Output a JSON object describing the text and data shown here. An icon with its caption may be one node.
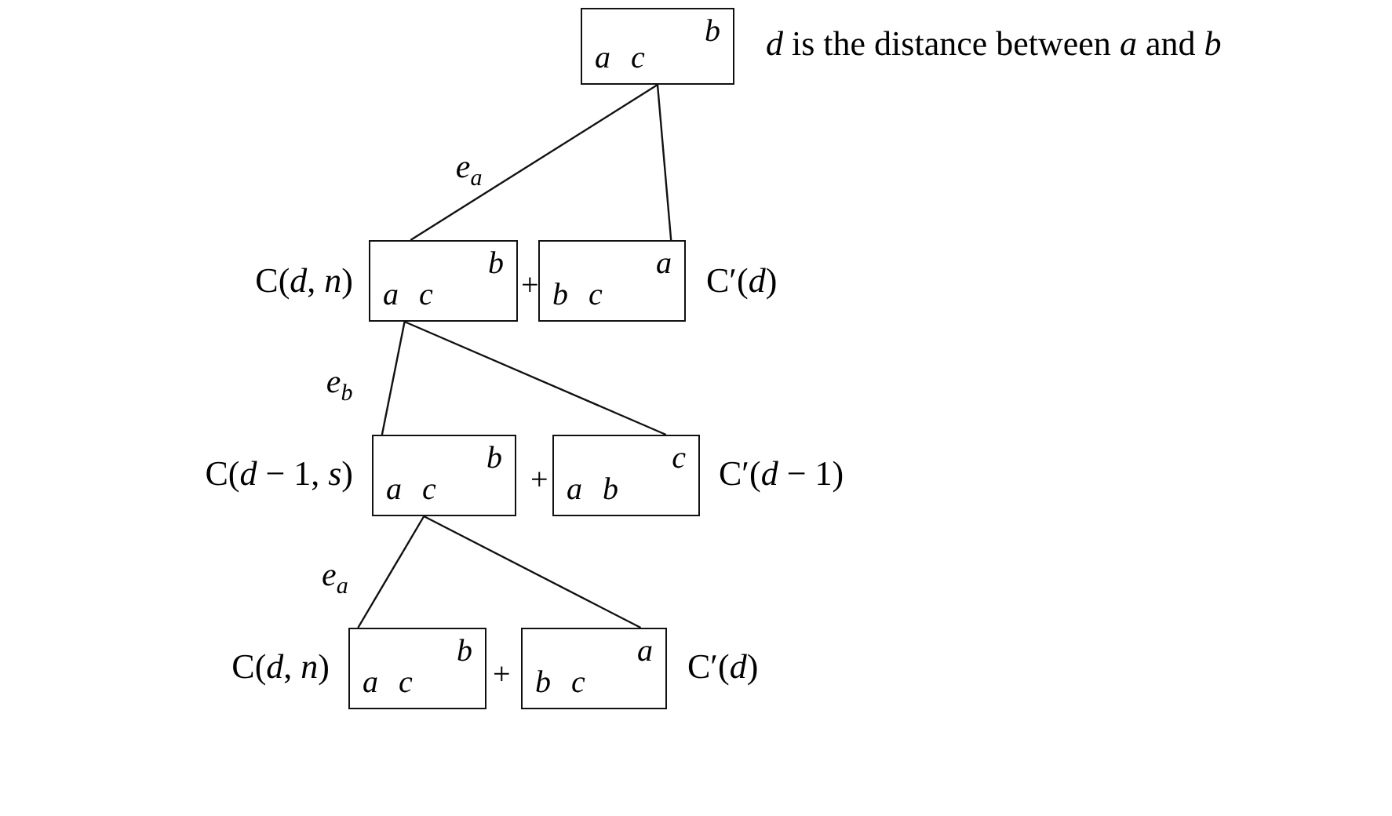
{
  "diagram": {
    "nodes": [
      {
        "text": [
          "b",
          "a c"
        ],
        "beside": [
          "*d* is the distance between *a* and *b*"
        ]
      },
      {
        "text": [
          "b",
          "a c"
        ],
        "beside": [
          "C(*d*, *n*)"
        ]
      },
      {
        "text": [
          "a",
          "b c"
        ],
        "beside": [
          "C′(*d*)"
        ]
      },
      {
        "text": [
          "b",
          "a c"
        ],
        "beside": [
          "C(*d* − 1, *s*)"
        ]
      },
      {
        "text": [
          "c",
          "a b"
        ],
        "beside": [
          "C′(*d* − 1)"
        ]
      },
      {
        "text": [
          "b",
          "a c"
        ],
        "beside": [
          "C(*d*, *n*)"
        ]
      },
      {
        "text": [
          "a",
          "b c"
        ],
        "beside": [
          "C′(*d*)"
        ]
      }
    ],
    "edges": [
      {
        "from": 0,
        "to": 1,
        "arrow": "none",
        "label": "*e*$_{a}$"
      },
      {
        "from": 0,
        "to": 2,
        "arrow": "none"
      },
      {
        "from": 1,
        "to": 3,
        "arrow": "none",
        "label": "*e*$_{b}$"
      },
      {
        "from": 1,
        "to": 4,
        "arrow": "none"
      },
      {
        "from": 3,
        "to": 5,
        "arrow": "none",
        "label": "*e*$_{a}$"
      },
      {
        "from": 3,
        "to": 6,
        "arrow": "none"
      }
    ],
    "labels": [
      "+",
      "+",
      "+"
    ]
  }
}
